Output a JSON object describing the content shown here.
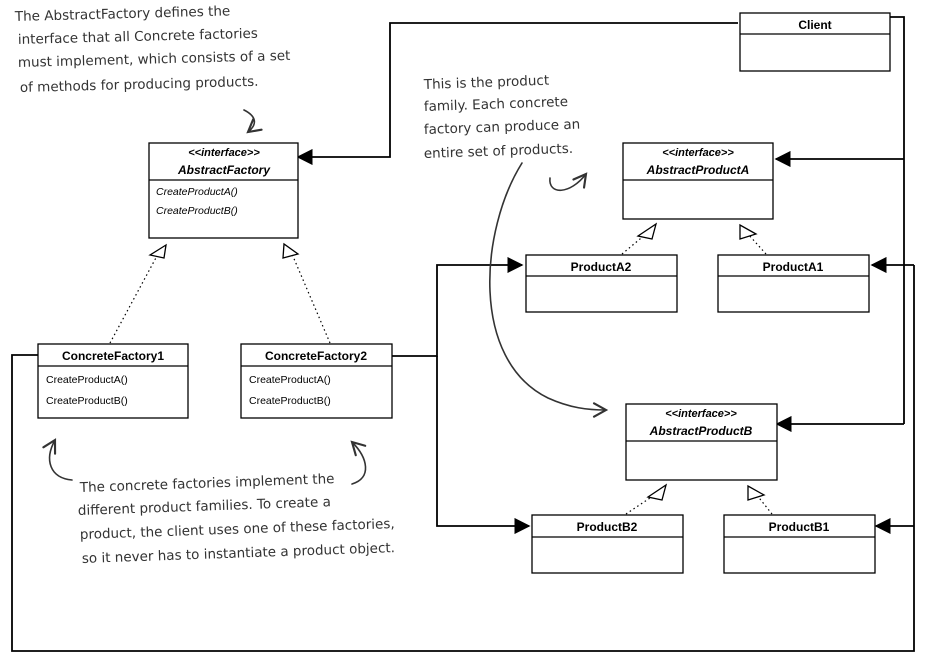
{
  "classes": {
    "client": {
      "title": "Client"
    },
    "abstract_factory": {
      "stereotype": "<<interface>>",
      "title": "AbstractFactory",
      "methods": [
        "CreateProductA()",
        "CreateProductB()"
      ]
    },
    "concrete_factory1": {
      "title": "ConcreteFactory1",
      "methods": [
        "CreateProductA()",
        "CreateProductB()"
      ]
    },
    "concrete_factory2": {
      "title": "ConcreteFactory2",
      "methods": [
        "CreateProductA()",
        "CreateProductB()"
      ]
    },
    "abstract_product_a": {
      "stereotype": "<<interface>>",
      "title": "AbstractProductA"
    },
    "product_a2": {
      "title": "ProductA2"
    },
    "product_a1": {
      "title": "ProductA1"
    },
    "abstract_product_b": {
      "stereotype": "<<interface>>",
      "title": "AbstractProductB"
    },
    "product_b2": {
      "title": "ProductB2"
    },
    "product_b1": {
      "title": "ProductB1"
    }
  },
  "notes": {
    "abstract_factory_note": [
      "The AbstractFactory defines the",
      "interface that all Concrete factories",
      "must implement, which consists of a set",
      "of methods for producing products."
    ],
    "product_family_note": [
      "This is the product",
      "family.  Each concrete",
      "factory can produce an",
      "entire set of products."
    ],
    "concrete_factories_note": [
      "The concrete factories implement the",
      "different product families.  To create a",
      "product, the client uses one of these factories,",
      "so it never has to instantiate a product object."
    ]
  },
  "colors": {
    "line": "#000000",
    "note_text": "#333333"
  }
}
